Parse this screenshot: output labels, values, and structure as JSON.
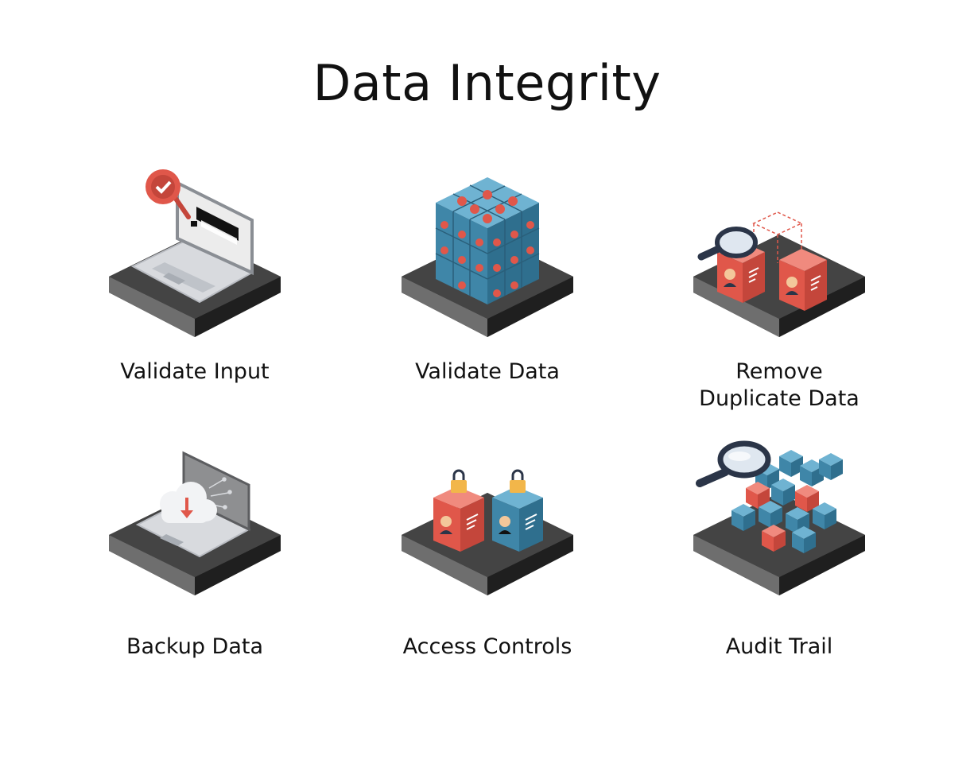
{
  "title": "Data Integrity",
  "items": [
    {
      "id": "validate-input",
      "line1": "Validate Input",
      "line2": ""
    },
    {
      "id": "validate-data",
      "line1": "Validate Data",
      "line2": ""
    },
    {
      "id": "remove-duplicate-data",
      "line1": "Remove",
      "line2": "Duplicate Data"
    },
    {
      "id": "backup-data",
      "line1": "Backup Data",
      "line2": ""
    },
    {
      "id": "access-controls",
      "line1": "Access Controls",
      "line2": ""
    },
    {
      "id": "audit-trail",
      "line1": "Audit Trail",
      "line2": ""
    }
  ],
  "colors": {
    "platform_top": "#444444",
    "platform_left": "#6e6e6e",
    "platform_right": "#1f1f1f",
    "accent_red": "#e0574a",
    "cube_blue": "#3f86a8",
    "navy": "#2b3548"
  },
  "icons": [
    "laptop-password-icon",
    "cube-stack-icon",
    "duplicate-files-icon",
    "cloud-backup-icon",
    "locked-profiles-icon",
    "audit-cubes-icon"
  ]
}
